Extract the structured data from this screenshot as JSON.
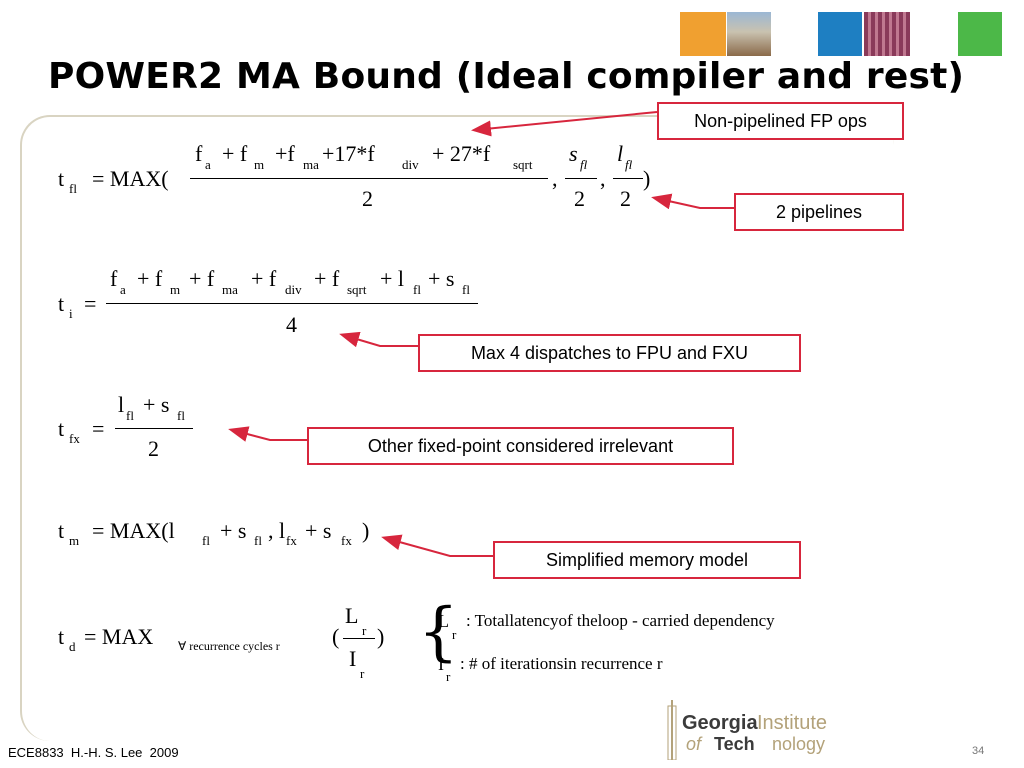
{
  "slide": {
    "title": "POWER2 MA Bound (Ideal compiler and rest)",
    "page_number": "34",
    "footer": "ECE8833  H.-H. S. Lee  2009"
  },
  "colors": {
    "callout_border": "#d7263d",
    "arrow": "#d7263d",
    "frame": "#d9d4c2",
    "tile_orange": "#f0a030",
    "tile_blue": "#1e7fc2",
    "tile_green": "#4cb848"
  },
  "logo": {
    "line1_bold": "Georgia",
    "line1_light": "Institute",
    "line2_of": "of",
    "line2_bold": "Tech",
    "line2_light": "nology"
  },
  "callouts": {
    "non_pipelined": "Non-pipelined FP ops",
    "two_pipelines": "2 pipelines",
    "max_dispatch": "Max 4 dispatches to FPU and FXU",
    "fixed_point": "Other fixed-point considered irrelevant",
    "memory_model": "Simplified memory model"
  },
  "eq1": {
    "lhs": "t",
    "lhs_sub": "fl",
    "eq": "= MAX(",
    "num": "f",
    "num_a": "a",
    "plus1": "+ f",
    "num_m": "m",
    "plus2": "+f",
    "num_ma": "ma",
    "plus3": "+17*f",
    "num_div": "div",
    "plus4": "+ 27*f",
    "num_sqrt": "sqrt",
    "den": "2",
    "comma1": ",",
    "s": "s",
    "s_sub": "fl",
    "den2": "2",
    "comma2": ",",
    "l": "l",
    "l_sub": "fl",
    "den3": "2",
    "close": ")"
  },
  "eq2": {
    "lhs": "t",
    "lhs_sub": "i",
    "eq": "=",
    "n1": "f",
    "a": "a",
    "p1": "+ f",
    "m": "m",
    "p2": "+ f",
    "ma": "ma",
    "p3": "+ f",
    "div": "div",
    "p4": "+ f",
    "sqrt": "sqrt",
    "p5": "+ l",
    "fl1": "fl",
    "p6": "+ s",
    "fl2": "fl",
    "den": "4"
  },
  "eq3": {
    "lhs": "t",
    "lhs_sub": "fx",
    "eq": "=",
    "n1": "l",
    "fl1": "fl",
    "p1": "+ s",
    "fl2": "fl",
    "den": "2"
  },
  "eq4": {
    "lhs": "t",
    "lhs_sub": "m",
    "body": "= MAX(l",
    "fl1": "fl",
    "p1": "+ s",
    "fl2": "fl",
    "c1": ", l",
    "fx1": "fx",
    "p2": "+ s",
    "fx2": "fx",
    "close": ")"
  },
  "eq5": {
    "lhs": "t",
    "lhs_sub": "d",
    "eq": "= MAX",
    "under": "∀ recurrence   cycles  r",
    "open": "(",
    "num": "L",
    "num_sub": "r",
    "den": "I",
    "den_sub": "r",
    "close": ")",
    "case1_sym": "L",
    "case1_sub": "r",
    "case1_text": ": Totallatencyof  theloop - carried dependency",
    "case2_sym": "I",
    "case2_sub": "r",
    "case2_text": ": # of  iterationsin recurrence r"
  }
}
